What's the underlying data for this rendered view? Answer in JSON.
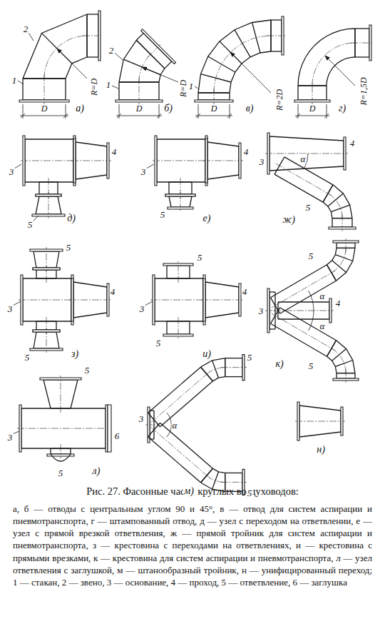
{
  "diagram": {
    "caption": "Рис. 27. Фасонные части круглых воздуховодов:",
    "labels": [
      "1",
      "2",
      "R=D",
      "D",
      "а)",
      "1",
      "2",
      "R=D",
      "D",
      "б)",
      "1",
      "R=2D",
      "D",
      "в)",
      "R=1,5D",
      "D",
      "г)",
      "3",
      "4",
      "5",
      "д)",
      "3",
      "4",
      "5",
      "е)",
      "3",
      "4",
      "α",
      "5",
      "ж)",
      "5",
      "3",
      "4",
      "5",
      "з)",
      "5",
      "3",
      "4",
      "5",
      "и)",
      "5",
      "3",
      "α",
      "α",
      "4",
      "5",
      "к)",
      "5",
      "3",
      "6",
      "5",
      "л)",
      "5",
      "3",
      "α",
      "5",
      "м)",
      "н)",
      "а, б — отводы с центральным углом 90 и 45°, в — отвод для систем аспирации и пневмотранспорта, г — штампованный отвод, д — узел с переходом на ответвлении, е — узел с прямой врезкой ответвления, ж — прямой тройник для систем аспирации и пневмотранспорта, з — крестовина с переходами на ответвлениях, и — крестовина с прямыми врезками, к — крестовина для систем аспирации и пневмотранспорта, л — узел ответвления с заглушкой, м — штанообразный тройник, н — унифицированный переход; 1 — стакан, 2 — звено, 3 — основание, 4 — проход, 5 — ответвление, 6 — заглушка"
    ]
  }
}
